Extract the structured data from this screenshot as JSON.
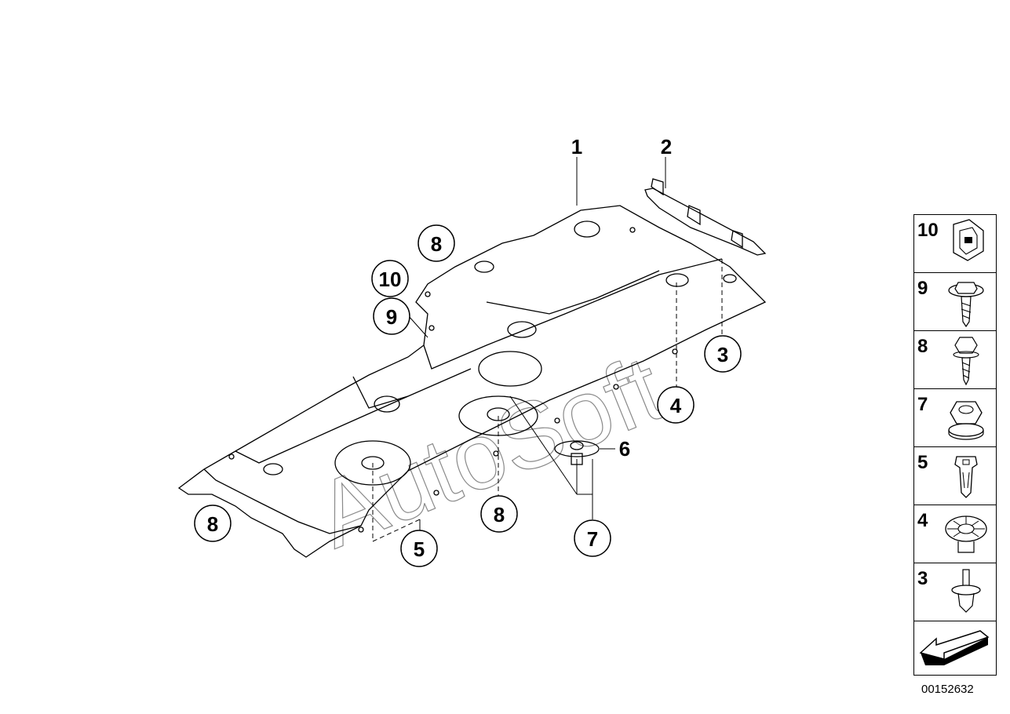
{
  "watermark": "AutoSoft",
  "callouts": [
    {
      "id": "c1",
      "label": "1"
    },
    {
      "id": "c2",
      "label": "2"
    },
    {
      "id": "c3",
      "label": "3"
    },
    {
      "id": "c4",
      "label": "4"
    },
    {
      "id": "c5",
      "label": "5"
    },
    {
      "id": "c6",
      "label": "6"
    },
    {
      "id": "c7",
      "label": "7"
    },
    {
      "id": "c8a",
      "label": "8"
    },
    {
      "id": "c8b",
      "label": "8"
    },
    {
      "id": "c8c",
      "label": "8"
    },
    {
      "id": "c9",
      "label": "9"
    },
    {
      "id": "c10",
      "label": "10"
    }
  ],
  "legend": {
    "items": [
      {
        "label": "10",
        "icon": "clip-icon"
      },
      {
        "label": "9",
        "icon": "flange-screw-icon"
      },
      {
        "label": "8",
        "icon": "hex-screw-icon"
      },
      {
        "label": "7",
        "icon": "hex-nut-icon"
      },
      {
        "label": "5",
        "icon": "expanding-nut-icon"
      },
      {
        "label": "4",
        "icon": "plastic-nut-icon"
      },
      {
        "label": "3",
        "icon": "expanding-rivet-icon"
      }
    ],
    "nav_icon": "navigation-arrow-icon"
  },
  "document_number": "00152632"
}
